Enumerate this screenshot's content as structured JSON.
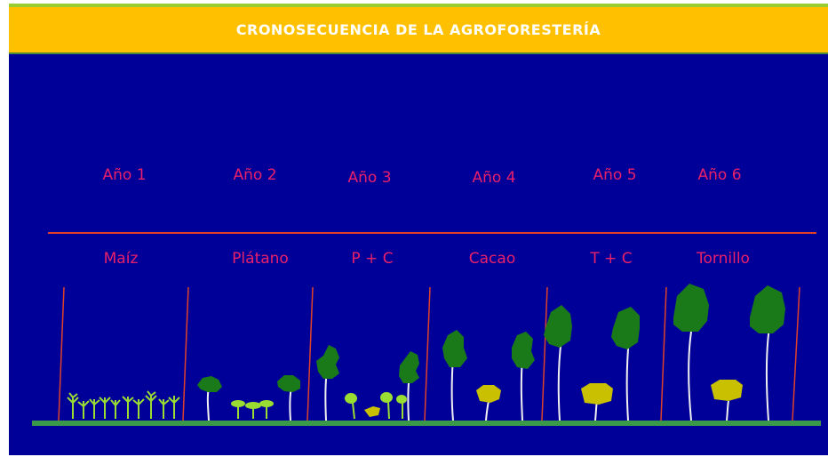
{
  "title": "CRONOSECUENCIA DE LA AGROFORESTERÍA",
  "colors": {
    "background": "#000099",
    "title_bar": "#ffc000",
    "title_text": "#ffffff",
    "labels": "#e8206a",
    "divider_line": "#e0402a",
    "ground": "#3a9a4a",
    "tree_foliage": "#1a7a1a",
    "cacao_foliage": "#c8c000",
    "trunk": "#f0f0f0",
    "young_plant": "#99dd33"
  },
  "years": [
    {
      "year": "Año 1",
      "crop": "Maíz"
    },
    {
      "year": "Año 2",
      "crop": "Plátano"
    },
    {
      "year": "Año 3",
      "crop": "P + C"
    },
    {
      "year": "Año 4",
      "crop": "Cacao"
    },
    {
      "year": "Año 5",
      "crop": "T + C"
    },
    {
      "year": "Año 6",
      "crop": "Tornillo"
    }
  ]
}
